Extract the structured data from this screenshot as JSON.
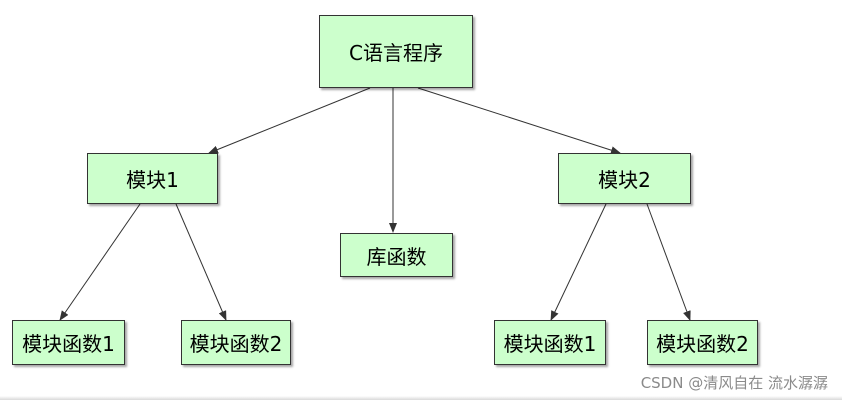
{
  "diagram": {
    "root": "C语言程序",
    "module1": "模块1",
    "library": "库函数",
    "module2": "模块2",
    "module1_func1": "模块函数1",
    "module1_func2": "模块函数2",
    "module2_func1": "模块函数1",
    "module2_func2": "模块函数2"
  },
  "edges": [
    [
      "root",
      "module1"
    ],
    [
      "root",
      "library"
    ],
    [
      "root",
      "module2"
    ],
    [
      "module1",
      "module1_func1"
    ],
    [
      "module1",
      "module1_func2"
    ],
    [
      "module2",
      "module2_func1"
    ],
    [
      "module2",
      "module2_func2"
    ]
  ],
  "colors": {
    "node_fill": "#ccffcc",
    "node_border": "#333333",
    "edge": "#333333"
  },
  "watermark": "CSDN @清风自在 流水潺潺"
}
